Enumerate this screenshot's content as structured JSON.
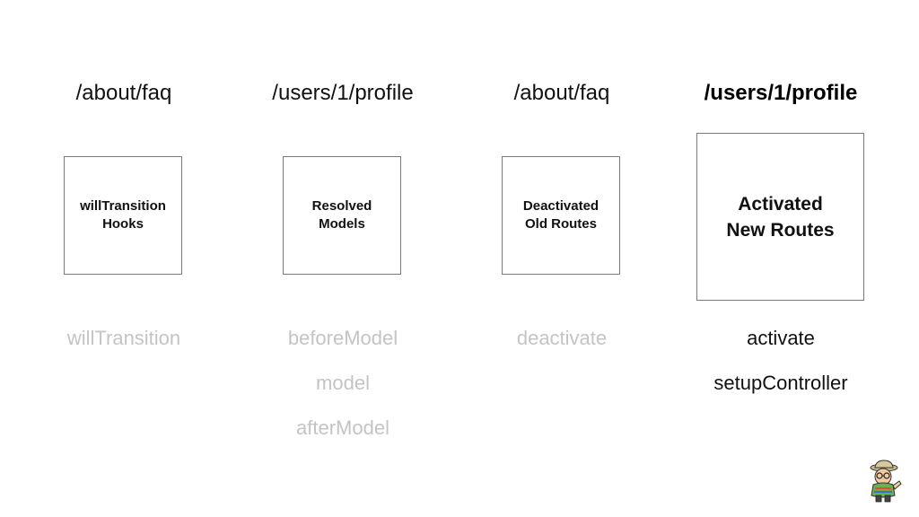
{
  "columns": [
    {
      "route": "/about/faq",
      "box_label": "willTransition\nHooks",
      "hooks": [
        "willTransition"
      ]
    },
    {
      "route": "/users/1/profile",
      "box_label": "Resolved\nModels",
      "hooks": [
        "beforeModel",
        "model",
        "afterModel"
      ]
    },
    {
      "route": "/about/faq",
      "box_label": "Deactivated\nOld Routes",
      "hooks": [
        "deactivate"
      ]
    },
    {
      "route": "/users/1/profile",
      "box_label": "Activated\nNew Routes",
      "hooks": [
        "activate",
        "setupController"
      ]
    }
  ],
  "colors": {
    "inactive_hook": "#c4c4c4",
    "active_text": "#111111",
    "box_border": "#7a7a7a"
  },
  "icons": {
    "mascot": "ember-tomster-icon"
  }
}
